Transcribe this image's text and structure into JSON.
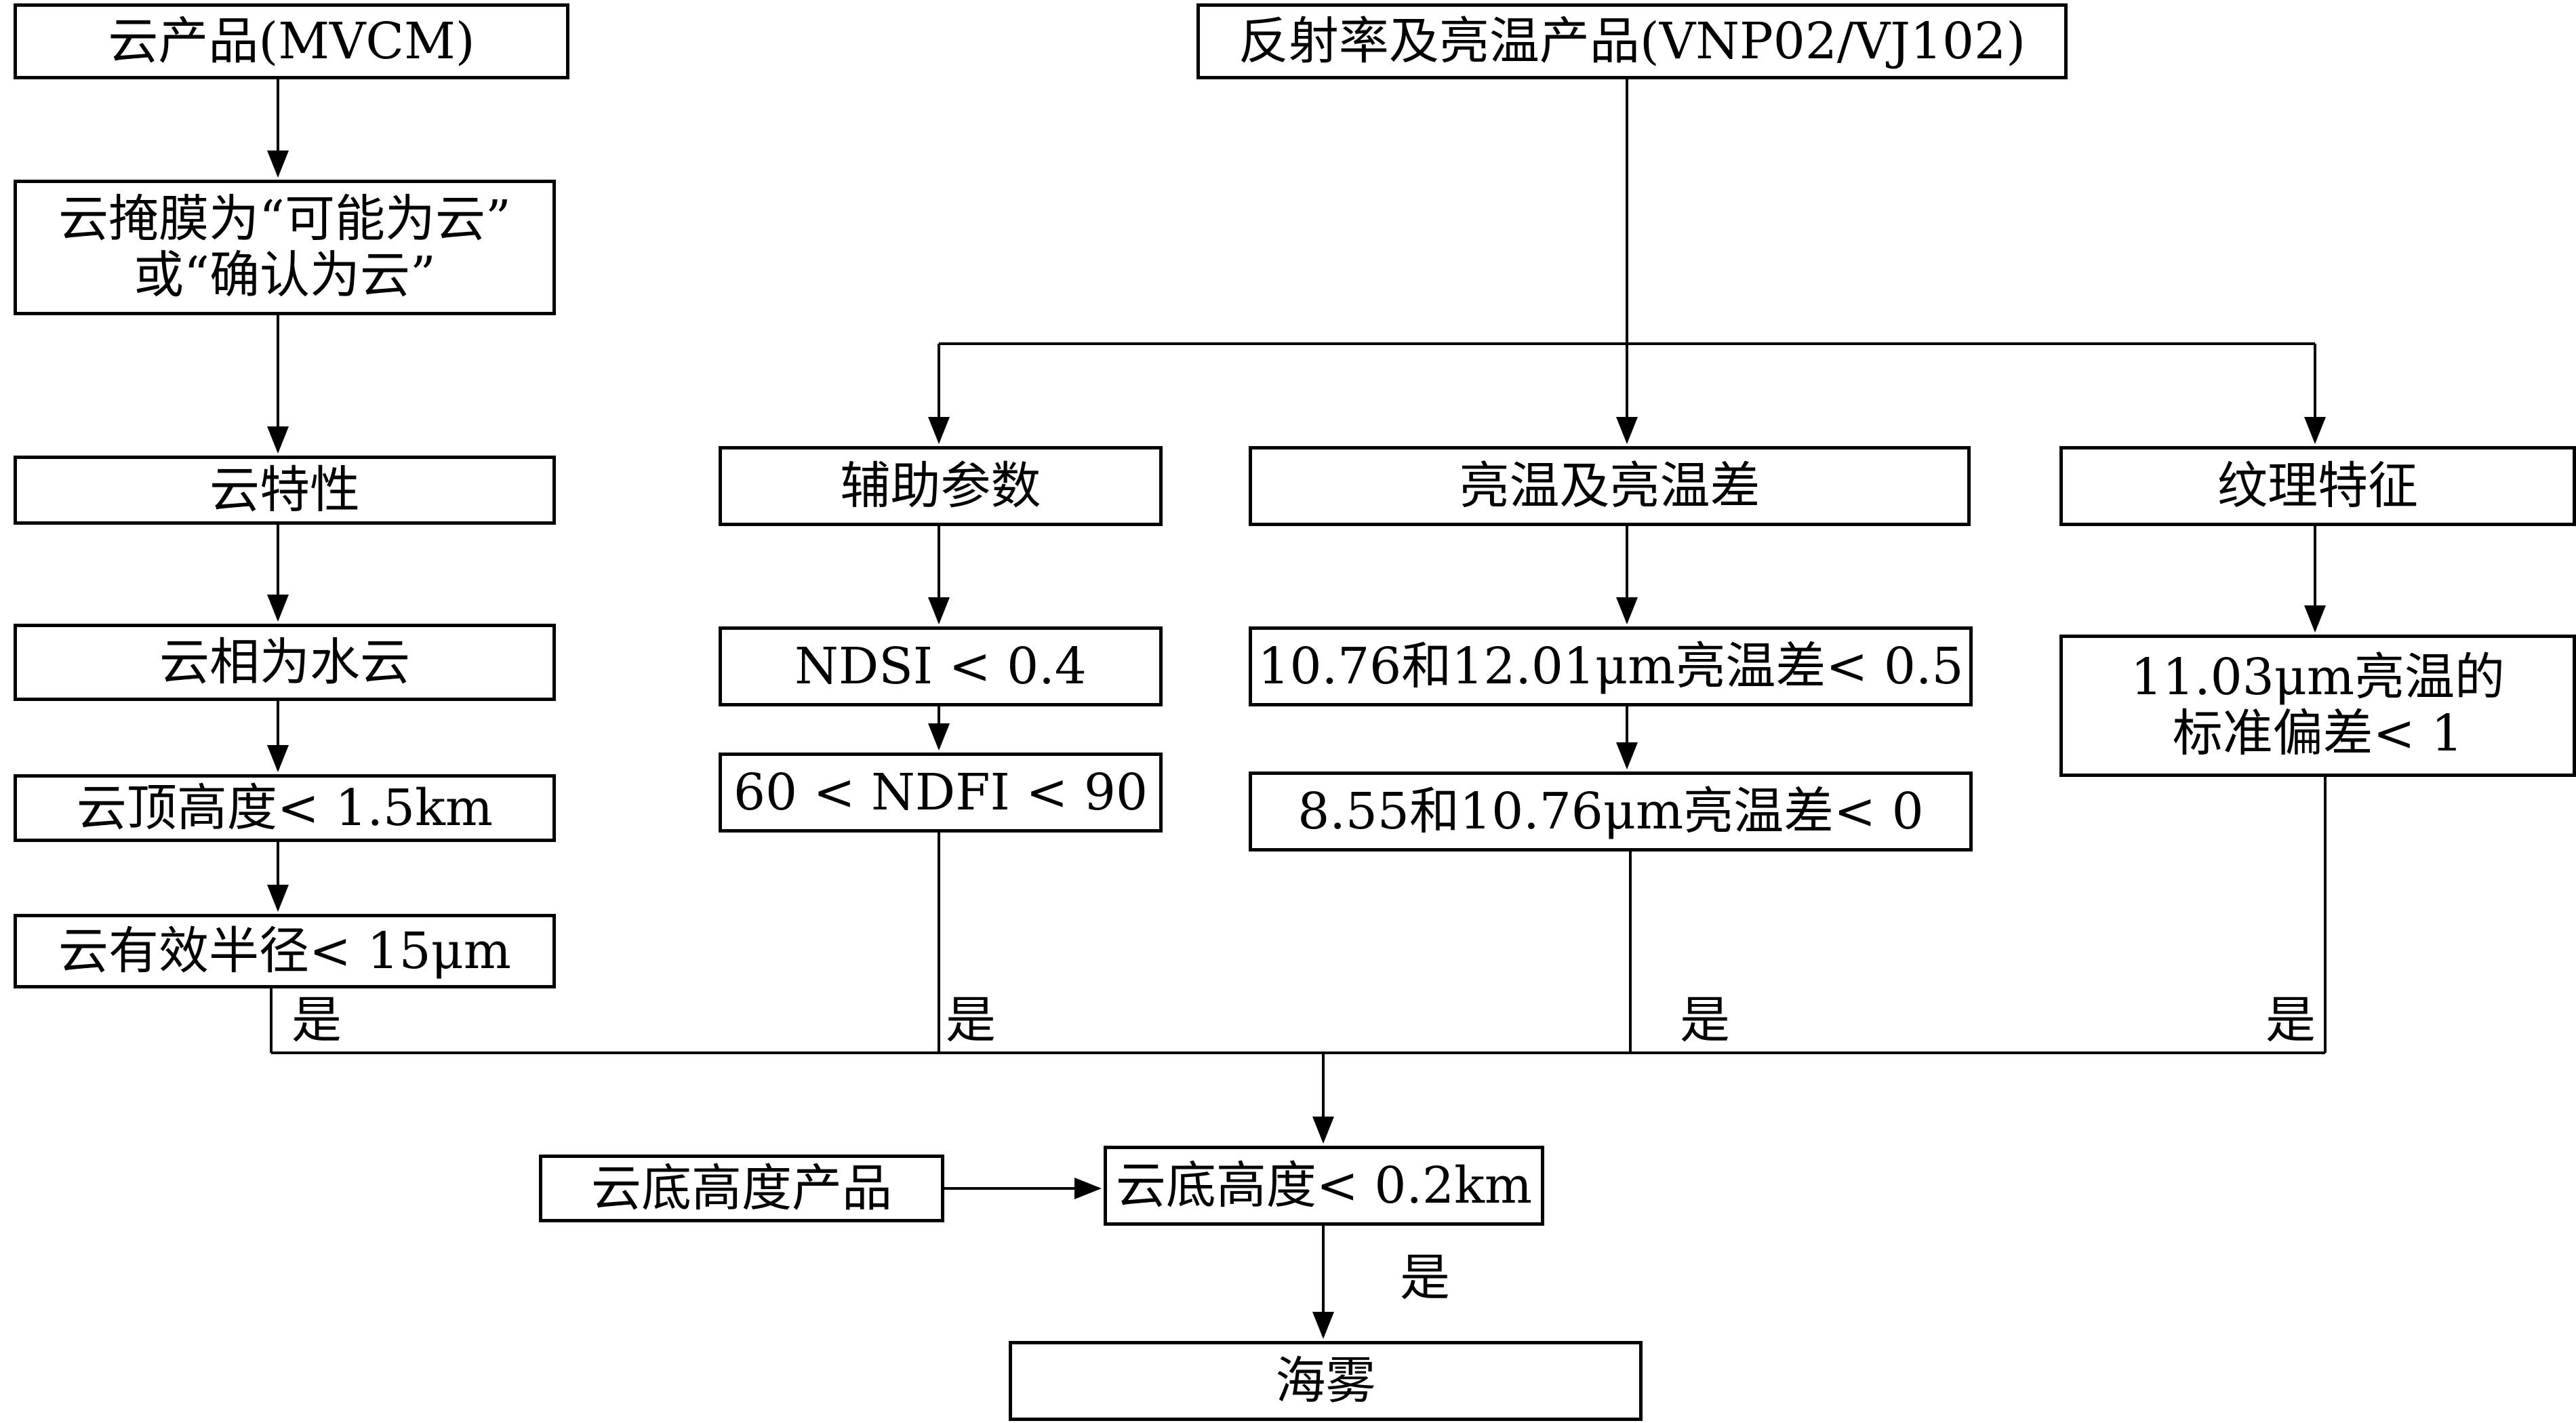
{
  "nodes": {
    "cloud_product": "云产品(MVCM)",
    "cloud_mask_line1": "云掩膜为“可能为云”",
    "cloud_mask_line2": "或“确认为云”",
    "cloud_properties": "云特性",
    "cloud_phase": "云相为水云",
    "cloud_top_height": "云顶高度< 1.5km",
    "cloud_effective_radius": "云有效半径< 15μm",
    "reflectance_bt_product": "反射率及亮温产品(VNP02/VJ102)",
    "auxiliary_params": "辅助参数",
    "bt_and_bt_diff": "亮温及亮温差",
    "texture_features": "纹理特征",
    "ndsi": "NDSI < 0.4",
    "ndfi": "60 < NDFI < 90",
    "btd_1076_1201": "10.76和12.01μm亮温差< 0.5",
    "btd_855_1076": "8.55和10.76μm亮温差< 0",
    "bt_std_line1": "11.03μm亮温的",
    "bt_std_line2": "标准偏差< 1",
    "cloud_base_product": "云底高度产品",
    "cloud_base_height": "云底高度< 0.2km",
    "sea_fog": "海雾"
  },
  "labels": {
    "yes": "是"
  }
}
